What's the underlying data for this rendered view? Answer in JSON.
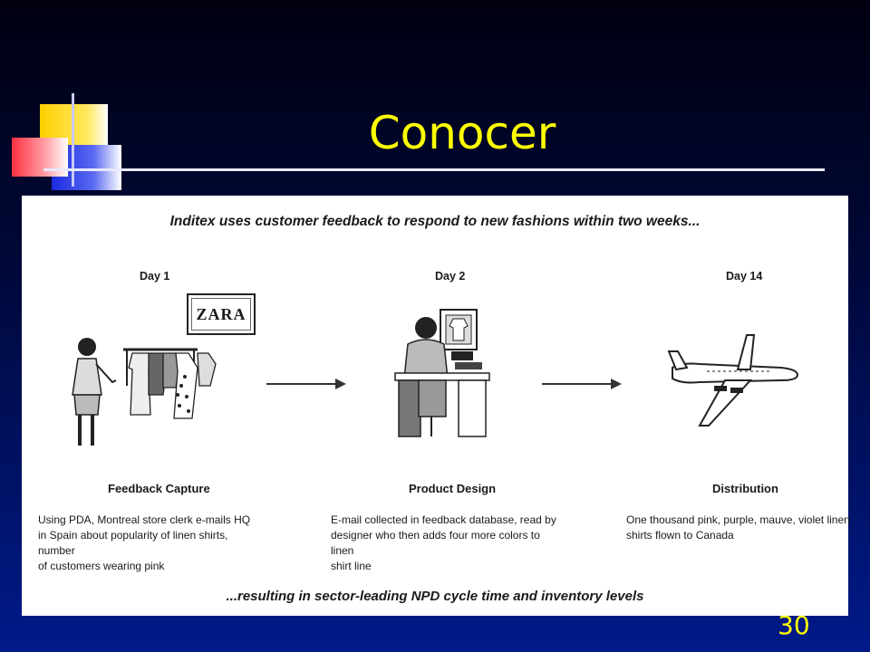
{
  "slide": {
    "title": "Conocer",
    "page_number": "30"
  },
  "diagram": {
    "heading": "Inditex uses customer feedback to respond to new fashions within two weeks...",
    "brand_sign": "ZARA",
    "stages": [
      {
        "day": "Day 1",
        "name": "Feedback Capture",
        "description_lines": [
          "Using PDA, Montreal store clerk e-mails HQ",
          "in Spain about popularity of linen shirts, number",
          "of customers wearing pink"
        ]
      },
      {
        "day": "Day 2",
        "name": "Product Design",
        "description_lines": [
          "E-mail collected in feedback database, read by",
          "designer who then adds four more colors to linen",
          "shirt line"
        ]
      },
      {
        "day": "Day 14",
        "name": "Distribution",
        "description_lines": [
          "One thousand pink, purple, mauve, violet linen",
          "shirts flown to Canada"
        ]
      }
    ],
    "footer": "...resulting in sector-leading NPD cycle time and inventory levels"
  },
  "colors": {
    "title": "#ffff00",
    "deco_yellow": "#ffd400",
    "deco_red": "#f04050",
    "deco_blue": "#2a3ae0"
  }
}
